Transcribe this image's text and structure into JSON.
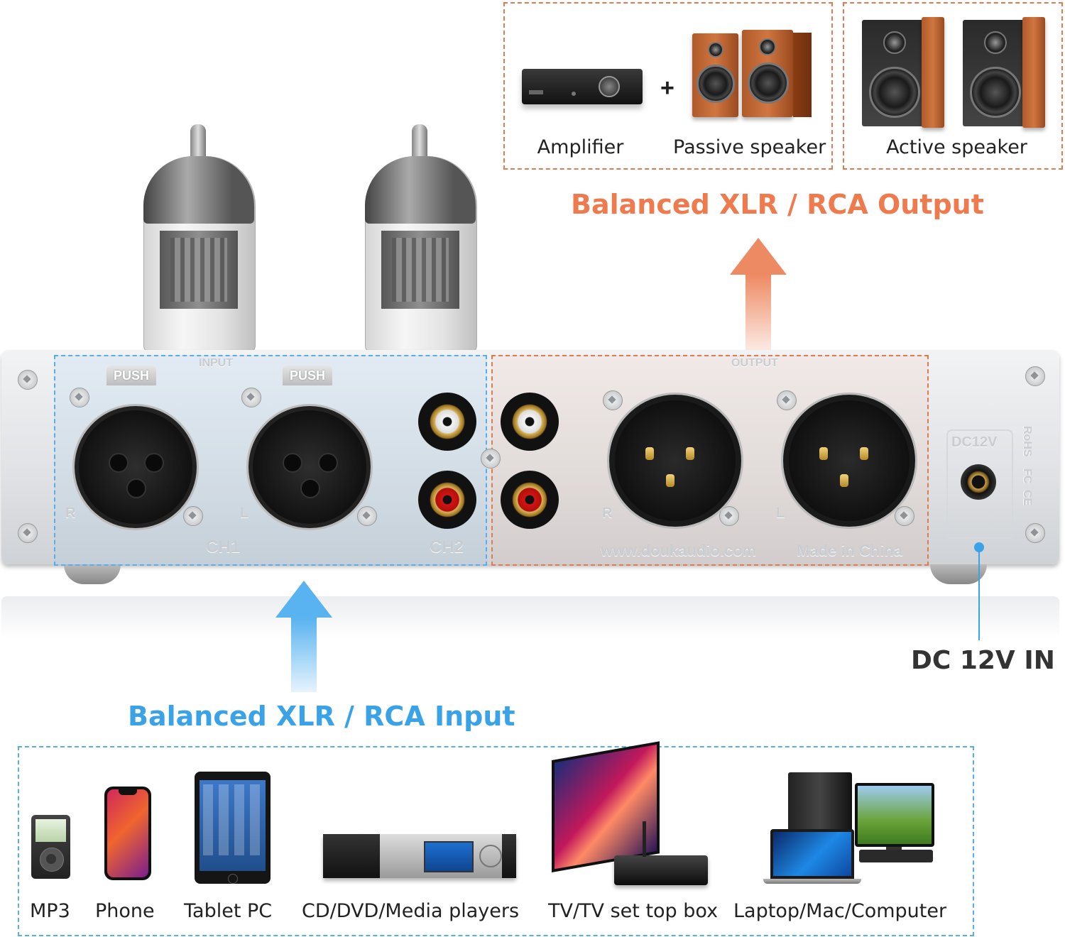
{
  "output": {
    "heading": "Balanced XLR / RCA Output",
    "devices": [
      {
        "label": "Amplifier",
        "icon": "amplifier-icon"
      },
      {
        "label": "Passive speaker",
        "icon": "passive-speaker-icon"
      },
      {
        "label": "Active speaker",
        "icon": "active-speaker-icon"
      }
    ],
    "plus": "+",
    "arrow_color": "#ee8a63"
  },
  "input": {
    "heading": "Balanced XLR / RCA Input",
    "arrow_color": "#58b3f0",
    "devices": [
      {
        "label": "MP3",
        "icon": "mp3-player-icon"
      },
      {
        "label": "Phone",
        "icon": "phone-icon"
      },
      {
        "label": "Tablet PC",
        "icon": "tablet-icon"
      },
      {
        "label": "CD/DVD/Media players",
        "icon": "media-player-icon"
      },
      {
        "label": "TV/TV set top box",
        "icon": "tv-icon"
      },
      {
        "label": "Laptop/Mac/Computer",
        "icon": "computer-icon"
      }
    ]
  },
  "power": {
    "label": "DC 12V IN"
  },
  "panel": {
    "input_text": "INPUT",
    "output_text": "OUTPUT",
    "push_label": "PUSH",
    "ch1": "CH1",
    "ch2": "CH2",
    "right": "R",
    "left": "L",
    "dc": "DC12V",
    "website": "www.doukaudio.com",
    "made_in": "Made in China",
    "rohs": "RoHS",
    "fc": "FC",
    "ce": "CE"
  },
  "colors": {
    "orange_accent": "#e07a4f",
    "blue_accent": "#3aa3e8",
    "text": "#222222"
  }
}
